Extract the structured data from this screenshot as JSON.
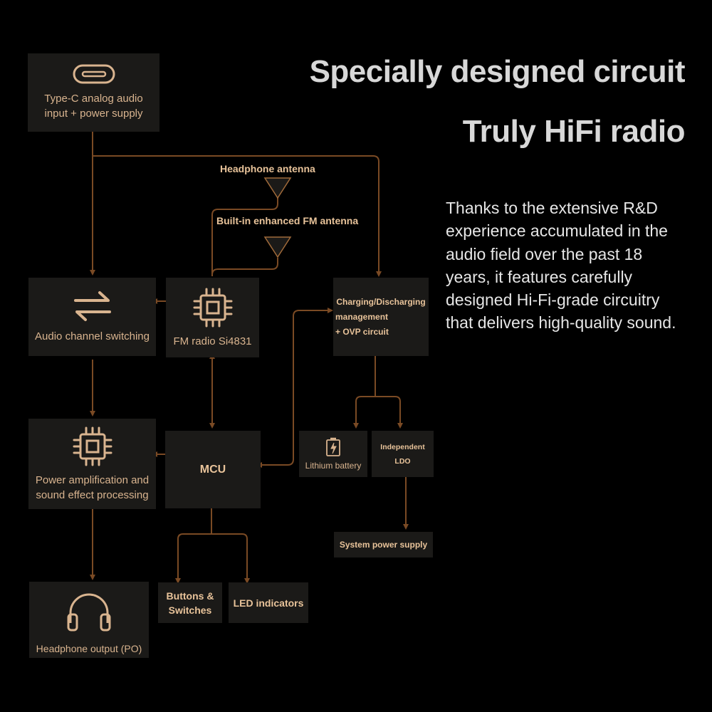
{
  "headline": {
    "line1": "Specially designed circuit",
    "line2": "Truly HiFi radio"
  },
  "description": "Thanks to the extensive R&D experience accumulated in the audio field over the past 18 years, it features carefully designed Hi-Fi-grade circuitry that delivers high-quality sound.",
  "colors": {
    "background": "#000000",
    "box": "#1b1a18",
    "accent": "#d9b48f",
    "wire": "#7a4a24"
  },
  "antennas": {
    "headphone": "Headphone antenna",
    "builtin": "Built-in enhanced FM antenna"
  },
  "nodes": {
    "typec": {
      "line1": "Type-C analog audio",
      "line2": "input + power supply",
      "icon": "usb-c-port-icon"
    },
    "audio_switch": {
      "label": "Audio channel switching",
      "icon": "swap-arrows-icon"
    },
    "fm_radio": {
      "label": "FM radio Si4831",
      "icon": "chip-icon"
    },
    "charging": {
      "line1": "Charging/Discharging",
      "line2": "management",
      "line3": "+ OVP circuit"
    },
    "power_amp": {
      "line1": "Power amplification and",
      "line2": "sound effect processing",
      "icon": "chip-icon"
    },
    "mcu": {
      "label": "MCU"
    },
    "battery": {
      "label": "Lithium battery",
      "icon": "battery-icon"
    },
    "ldo": {
      "line1": "Independent",
      "line2": "LDO"
    },
    "system_power": {
      "label": "System power supply"
    },
    "headphone_out": {
      "label": "Headphone output (PO)",
      "icon": "headphones-icon"
    },
    "buttons": {
      "line1": "Buttons &",
      "line2": "Switches"
    },
    "led": {
      "label": "LED indicators"
    }
  }
}
